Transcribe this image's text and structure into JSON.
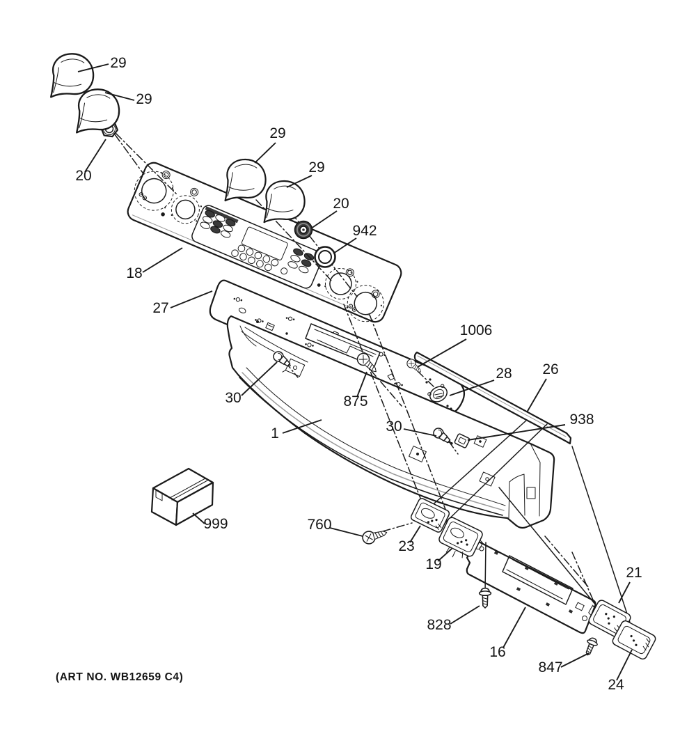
{
  "figure": {
    "art_no": "(ART NO. WB12659 C4)"
  },
  "callouts": [
    {
      "label": "29"
    },
    {
      "label": "29"
    },
    {
      "label": "20"
    },
    {
      "label": "29"
    },
    {
      "label": "29"
    },
    {
      "label": "20"
    },
    {
      "label": "942"
    },
    {
      "label": "18"
    },
    {
      "label": "27"
    },
    {
      "label": "1006"
    },
    {
      "label": "30"
    },
    {
      "label": "875"
    },
    {
      "label": "28"
    },
    {
      "label": "26"
    },
    {
      "label": "30"
    },
    {
      "label": "938"
    },
    {
      "label": "1"
    },
    {
      "label": "999"
    },
    {
      "label": "760"
    },
    {
      "label": "23"
    },
    {
      "label": "19"
    },
    {
      "label": "828"
    },
    {
      "label": "16"
    },
    {
      "label": "21"
    },
    {
      "label": "847"
    },
    {
      "label": "24"
    }
  ]
}
